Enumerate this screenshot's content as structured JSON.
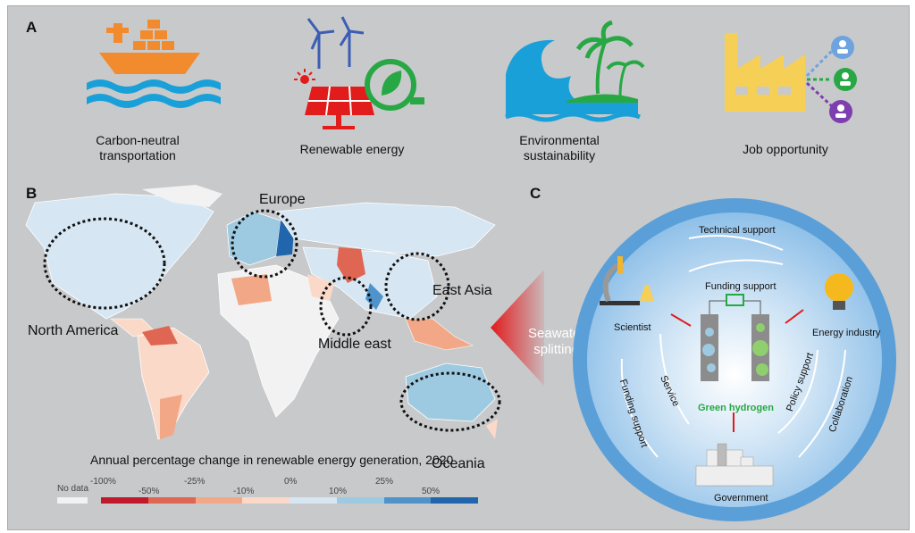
{
  "panels": {
    "a": "A",
    "b": "B",
    "c": "C"
  },
  "panel_a": {
    "items": [
      {
        "icon": "ship-icon",
        "label": "Carbon-neutral\ntransportation"
      },
      {
        "icon": "renewable-energy-icon",
        "label": "Renewable energy"
      },
      {
        "icon": "wave-island-icon",
        "label": "Environmental\nsustainability"
      },
      {
        "icon": "factory-people-icon",
        "label": "Job opportunity"
      }
    ]
  },
  "panel_b": {
    "regions": {
      "europe": "Europe",
      "north_america": "North America",
      "middle_east": "Middle east",
      "east_asia": "East Asia",
      "oceania": "Oceania"
    },
    "legend": {
      "title": "Annual percentage change in renewable energy generation, 2020",
      "no_data": "No data",
      "upper_ticks": [
        "-100%",
        "-25%",
        "0%",
        "25%"
      ],
      "lower_ticks": [
        "-50%",
        "-10%",
        "10%",
        "50%"
      ],
      "colors": [
        "#c0192b",
        "#de6652",
        "#f2a787",
        "#fbd9c8",
        "#d6e6f3",
        "#9ecae1",
        "#4e93c9",
        "#2166ac"
      ],
      "no_data_color": "#f2f2f2"
    }
  },
  "arrow": {
    "label": "Seawater\nsplitting",
    "color": "#e31a1c"
  },
  "panel_c": {
    "actors": {
      "scientist": "Scientist",
      "energy_industry": "Energy industry",
      "government": "Government"
    },
    "flows": {
      "technical_support": "Technical support",
      "funding_support_top": "Funding support",
      "service": "Service",
      "funding_support_left": "Funding support",
      "policy_support": "Policy support",
      "collaboration": "Collaboration"
    },
    "center": "Green hydrogen"
  }
}
